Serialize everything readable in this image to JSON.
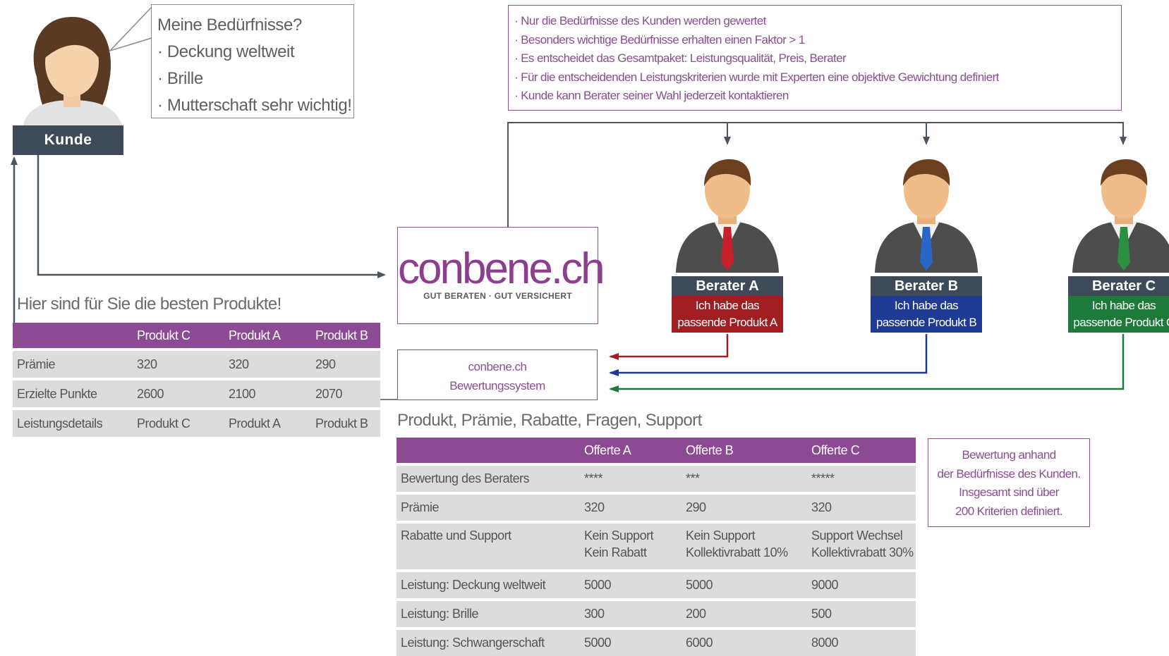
{
  "customer": {
    "label": "Kunde",
    "bubble": [
      "Meine Bedürfnisse?",
      "· Deckung weltweit",
      "· Brille",
      "· Mutterschaft sehr wichtig!"
    ]
  },
  "info_points": [
    "· Nur die Bedürfnisse des Kunden werden gewertet",
    "· Besonders wichtige Bedürfnisse erhalten einen Faktor > 1",
    "· Es entscheidet das Gesamtpaket: Leistungsqualität, Preis, Berater",
    "· Für die entscheidenden Leistungskriterien wurde mit Experten eine objektive Gewichtung definiert",
    "· Kunde kann Berater seiner Wahl jederzeit kontaktieren"
  ],
  "logo": {
    "name": "conbene.ch",
    "tagline": "GUT BERATEN · GUT VERSICHERT"
  },
  "rating_system": [
    "conbene.ch",
    "Bewertungssystem"
  ],
  "advisors": [
    {
      "name": "Berater A",
      "msg1": "Ich habe das",
      "msg2": "passende Produkt A",
      "color": "#a01e22",
      "tie": "#c8202a"
    },
    {
      "name": "Berater B",
      "msg1": "Ich habe das",
      "msg2": "passende Produkt B",
      "color": "#1f3a93",
      "tie": "#2a66c8"
    },
    {
      "name": "Berater C",
      "msg1": "Ich habe das",
      "msg2": "passende Produkt C",
      "color": "#1e7a3a",
      "tie": "#2a8f3f"
    }
  ],
  "products": {
    "heading": "Hier sind für Sie die besten Produkte!",
    "columns": [
      "",
      "Produkt C",
      "Produkt A",
      "Produkt B"
    ],
    "rows": [
      [
        "Prämie",
        "320",
        "320",
        "290"
      ],
      [
        "Erzielte Punkte",
        "2600",
        "2100",
        "2070"
      ],
      [
        "Leistungsdetails",
        "Produkt C",
        "Produkt A",
        "Produkt B"
      ]
    ]
  },
  "offers": {
    "heading": "Produkt, Prämie, Rabatte, Fragen, Support",
    "columns": [
      "",
      "Offerte A",
      "Offerte B",
      "Offerte C"
    ],
    "rows": [
      [
        "Bewertung des Beraters",
        "****",
        "***",
        "*****"
      ],
      [
        "Prämie",
        "320",
        "290",
        "320"
      ],
      [
        "Rabatte und Support",
        "Kein Support\nKein Rabatt",
        "Kein Support\nKollektivrabatt 10%",
        "Support Wechsel\nKollektivrabatt 30%"
      ],
      [
        "Leistung: Deckung weltweit",
        "5000",
        "5000",
        "9000"
      ],
      [
        "Leistung: Brille",
        "300",
        "200",
        "500"
      ],
      [
        "Leistung: Schwangerschaft",
        "5000",
        "6000",
        "8000"
      ]
    ]
  },
  "note": [
    "Bewertung anhand",
    "der Bedürfnisse des Kunden.",
    "Insgesamt sind über",
    "200 Kriterien definiert."
  ],
  "colors": {
    "purple": "#8d4a94",
    "navy": "#3f4a59",
    "red": "#a01e22",
    "blue": "#1f3a93",
    "green": "#1e7a3a"
  }
}
